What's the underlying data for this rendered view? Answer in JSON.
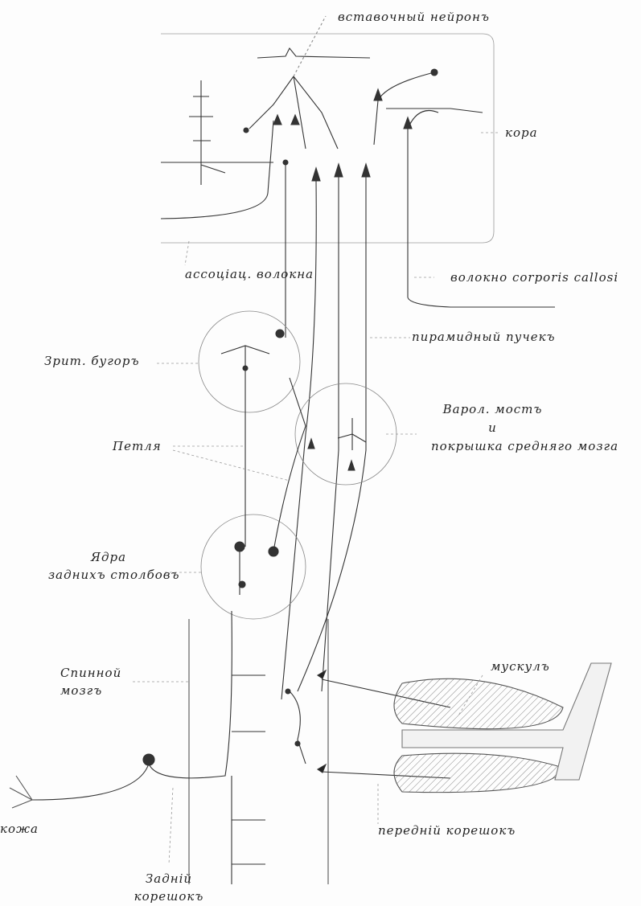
{
  "labels": {
    "interneuron": "вставочный нейронъ",
    "cortex": "кора",
    "association_fibers": "ассоціац. волокна",
    "callosal_fiber": "волокно corporis callosi",
    "pyramidal_tract": "пирамидный пучекъ",
    "thalamus": "Зрит. бугоръ",
    "pons_line1": "Варол. мостъ",
    "pons_line2": "и",
    "pons_line3": "покрышка средняго мозга",
    "lemniscus": "Петля",
    "nuclei_line1": "Ядра",
    "nuclei_line2": "заднихъ столбовъ",
    "spinal_line1": "Спинной",
    "spinal_line2": "мозгъ",
    "muscle": "мускулъ",
    "skin": "кожа",
    "anterior_root": "передній корешокъ",
    "posterior_line1": "Задній",
    "posterior_line2": "корешокъ"
  }
}
